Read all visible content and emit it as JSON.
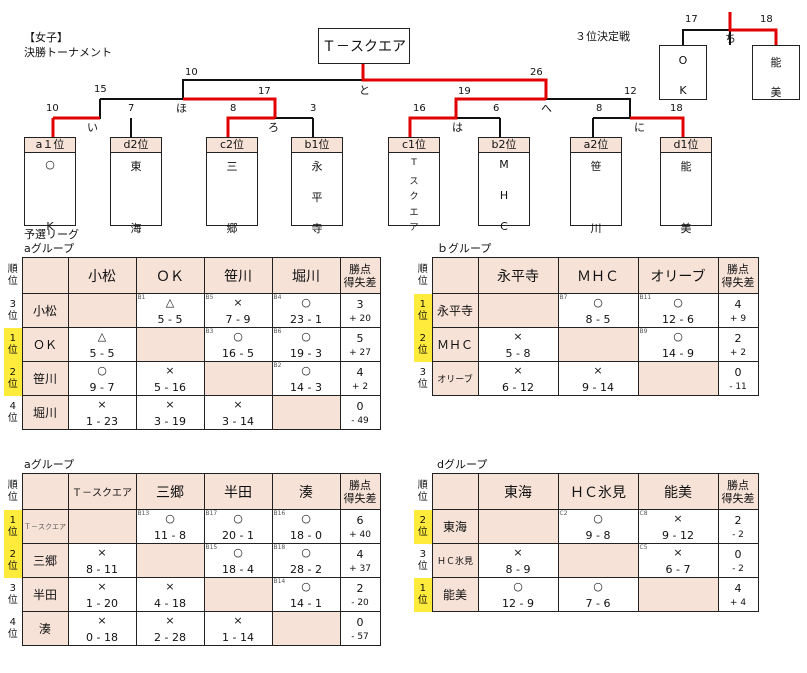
{
  "header": {
    "category": "【女子】",
    "subtitle": "決勝トーナメント",
    "third_place_title": "３位決定戦"
  },
  "champion_label": "Ｔ－スクエア",
  "bracket": {
    "scores": {
      "final_left": "10",
      "final_right": "26",
      "sf1_left": "15",
      "sf1_right": "17",
      "sf2_left": "19",
      "sf2_right": "12",
      "qf1_left": "10",
      "qf1_right": "7",
      "qf2_left": "8",
      "qf2_right": "3",
      "qf3_left": "16",
      "qf3_right": "6",
      "qf4_left": "8",
      "qf4_right": "18",
      "third_left": "17",
      "third_right": "18"
    },
    "match_labels": {
      "i": "い",
      "ho": "ほ",
      "ro": "ろ",
      "to": "と",
      "ha": "は",
      "he": "へ",
      "ni": "に",
      "chi": "ち"
    },
    "slots": [
      {
        "seed": "a１位",
        "chars": [
          "○",
          "",
          "",
          "K"
        ]
      },
      {
        "seed": "d2位",
        "chars": [
          "東",
          "",
          "海"
        ]
      },
      {
        "seed": "c2位",
        "chars": [
          "三",
          "",
          "郷"
        ]
      },
      {
        "seed": "b1位",
        "chars": [
          "永",
          "平",
          "寺"
        ]
      },
      {
        "seed": "c1位",
        "chars": [
          "T",
          "ス",
          "ク",
          "エ",
          "ア"
        ]
      },
      {
        "seed": "b2位",
        "chars": [
          "M",
          "H",
          "C"
        ]
      },
      {
        "seed": "a2位",
        "chars": [
          "笹",
          "",
          "川"
        ]
      },
      {
        "seed": "d1位",
        "chars": [
          "能",
          "",
          "美"
        ]
      }
    ],
    "third_place": [
      {
        "chars": [
          "O",
          "K"
        ]
      },
      {
        "chars": [
          "能",
          "美"
        ]
      }
    ]
  },
  "league_title": "予選リーグ",
  "rank_label": "順\n位",
  "pts_header": "勝点\n得失差",
  "groups": {
    "a": {
      "title": "aグループ",
      "teams": [
        "小松",
        "ＯＫ",
        "笹川",
        "堀川"
      ],
      "ranks": [
        {
          "text": "3\n位",
          "hl": false
        },
        {
          "text": "1\n位",
          "hl": true
        },
        {
          "text": "2\n位",
          "hl": true
        },
        {
          "text": "4\n位",
          "hl": false
        }
      ],
      "rows": [
        [
          null,
          {
            "code": "B1",
            "mark": "△",
            "score": "5 - 5"
          },
          {
            "code": "B5",
            "mark": "×",
            "score": "7 - 9"
          },
          {
            "code": "B4",
            "mark": "○",
            "score": "23 - 1"
          }
        ],
        [
          {
            "code": "",
            "mark": "△",
            "score": "5 - 5"
          },
          null,
          {
            "code": "B3",
            "mark": "○",
            "score": "16 - 5"
          },
          {
            "code": "B6",
            "mark": "○",
            "score": "19 - 3"
          }
        ],
        [
          {
            "code": "",
            "mark": "○",
            "score": "9 - 7"
          },
          {
            "code": "",
            "mark": "×",
            "score": "5 - 16"
          },
          null,
          {
            "code": "B2",
            "mark": "○",
            "score": "14 - 3"
          }
        ],
        [
          {
            "code": "",
            "mark": "×",
            "score": "1 - 23"
          },
          {
            "code": "",
            "mark": "×",
            "score": "3 - 19"
          },
          {
            "code": "",
            "mark": "×",
            "score": "3 - 14"
          },
          null
        ]
      ],
      "pts": [
        [
          "3",
          "+ 20"
        ],
        [
          "5",
          "+ 27"
        ],
        [
          "4",
          "+ 2"
        ],
        [
          "0",
          "- 49"
        ]
      ]
    },
    "b": {
      "title": "ｂグループ",
      "teams": [
        "永平寺",
        "ＭＨＣ",
        "オリーブ"
      ],
      "ranks": [
        {
          "text": "1\n位",
          "hl": true
        },
        {
          "text": "2\n位",
          "hl": true
        },
        {
          "text": "3\n位",
          "hl": false
        }
      ],
      "rows": [
        [
          null,
          {
            "code": "B7",
            "mark": "○",
            "score": "8 - 5"
          },
          {
            "code": "B11",
            "mark": "○",
            "score": "12 - 6"
          }
        ],
        [
          {
            "code": "",
            "mark": "×",
            "score": "5 - 8"
          },
          null,
          {
            "code": "B9",
            "mark": "○",
            "score": "14 - 9"
          }
        ],
        [
          {
            "code": "",
            "mark": "×",
            "score": "6 - 12"
          },
          {
            "code": "",
            "mark": "×",
            "score": "9 - 14"
          },
          null
        ]
      ],
      "pts": [
        [
          "4",
          "+ 9"
        ],
        [
          "2",
          "+ 2"
        ],
        [
          "0",
          "- 11"
        ]
      ]
    },
    "c": {
      "title": "aグループ",
      "teams": [
        "Ｔ－スクエア",
        "三郷",
        "半田",
        "湊"
      ],
      "ranks": [
        {
          "text": "1\n位",
          "hl": true
        },
        {
          "text": "2\n位",
          "hl": true
        },
        {
          "text": "3\n位",
          "hl": false
        },
        {
          "text": "4\n位",
          "hl": false
        }
      ],
      "rows": [
        [
          null,
          {
            "code": "B13",
            "mark": "○",
            "score": "11 - 8"
          },
          {
            "code": "B17",
            "mark": "○",
            "score": "20 - 1"
          },
          {
            "code": "B16",
            "mark": "○",
            "score": "18 - 0"
          }
        ],
        [
          {
            "code": "",
            "mark": "×",
            "score": "8 - 11"
          },
          null,
          {
            "code": "B15",
            "mark": "○",
            "score": "18 - 4"
          },
          {
            "code": "B18",
            "mark": "○",
            "score": "28 - 2"
          }
        ],
        [
          {
            "code": "",
            "mark": "×",
            "score": "1 - 20"
          },
          {
            "code": "",
            "mark": "×",
            "score": "4 - 18"
          },
          null,
          {
            "code": "B14",
            "mark": "○",
            "score": "14 - 1"
          }
        ],
        [
          {
            "code": "",
            "mark": "×",
            "score": "0 - 18"
          },
          {
            "code": "",
            "mark": "×",
            "score": "2 - 28"
          },
          {
            "code": "",
            "mark": "×",
            "score": "1 - 14"
          },
          null
        ]
      ],
      "pts": [
        [
          "6",
          "+ 40"
        ],
        [
          "4",
          "+ 37"
        ],
        [
          "2",
          "- 20"
        ],
        [
          "0",
          "- 57"
        ]
      ]
    },
    "d": {
      "title": "dグループ",
      "teams": [
        "東海",
        "ＨＣ氷見",
        "能美"
      ],
      "ranks": [
        {
          "text": "2\n位",
          "hl": true
        },
        {
          "text": "3\n位",
          "hl": false
        },
        {
          "text": "1\n位",
          "hl": true
        }
      ],
      "rows": [
        [
          null,
          {
            "code": "C2",
            "mark": "○",
            "score": "9 - 8"
          },
          {
            "code": "C8",
            "mark": "×",
            "score": "9 - 12"
          }
        ],
        [
          {
            "code": "",
            "mark": "×",
            "score": "8 - 9"
          },
          null,
          {
            "code": "C5",
            "mark": "×",
            "score": "6 - 7"
          }
        ],
        [
          {
            "code": "",
            "mark": "○",
            "score": "12 - 9"
          },
          {
            "code": "",
            "mark": "○",
            "score": "7 - 6"
          },
          null
        ]
      ],
      "pts": [
        [
          "2",
          "- 2"
        ],
        [
          "0",
          "- 2"
        ],
        [
          "4",
          "+ 4"
        ]
      ]
    }
  },
  "colors": {
    "win_line": "#e00000",
    "line": "#111111",
    "header_fill": "#f7e2d7",
    "rank_highlight": "#ffeb3b"
  }
}
